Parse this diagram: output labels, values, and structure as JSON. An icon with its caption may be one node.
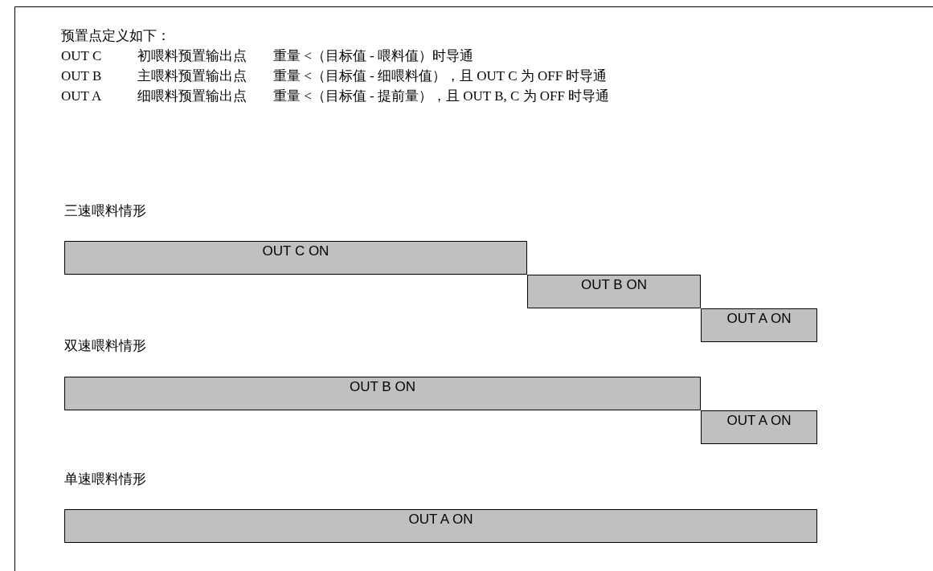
{
  "diagram": {
    "nodes": [
      {
        "text": [
          "OUT C ON"
        ]
      },
      {
        "text": [
          "OUT B ON"
        ]
      },
      {
        "text": [
          "OUT A ON"
        ]
      },
      {
        "text": [
          "OUT B ON"
        ]
      },
      {
        "text": [
          "OUT A ON"
        ]
      },
      {
        "text": [
          "OUT A ON"
        ]
      }
    ],
    "edges": [],
    "labels": [
      "预置点定义如下：",
      "OUT C",
      "初喂料预置输出点",
      "重量 <（目标值 - 喂料值）时导通",
      "OUT B",
      "主喂料预置输出点",
      "重量 <（目标值 - 细喂料值），且 OUT C 为 OFF 时导通",
      "OUT A",
      "细喂料预置输出点",
      "重量 <（目标值 - 提前量），且 OUT B, C 为 OFF 时导通",
      "三速喂料情形",
      "双速喂料情形",
      "单速喂料情形"
    ]
  }
}
